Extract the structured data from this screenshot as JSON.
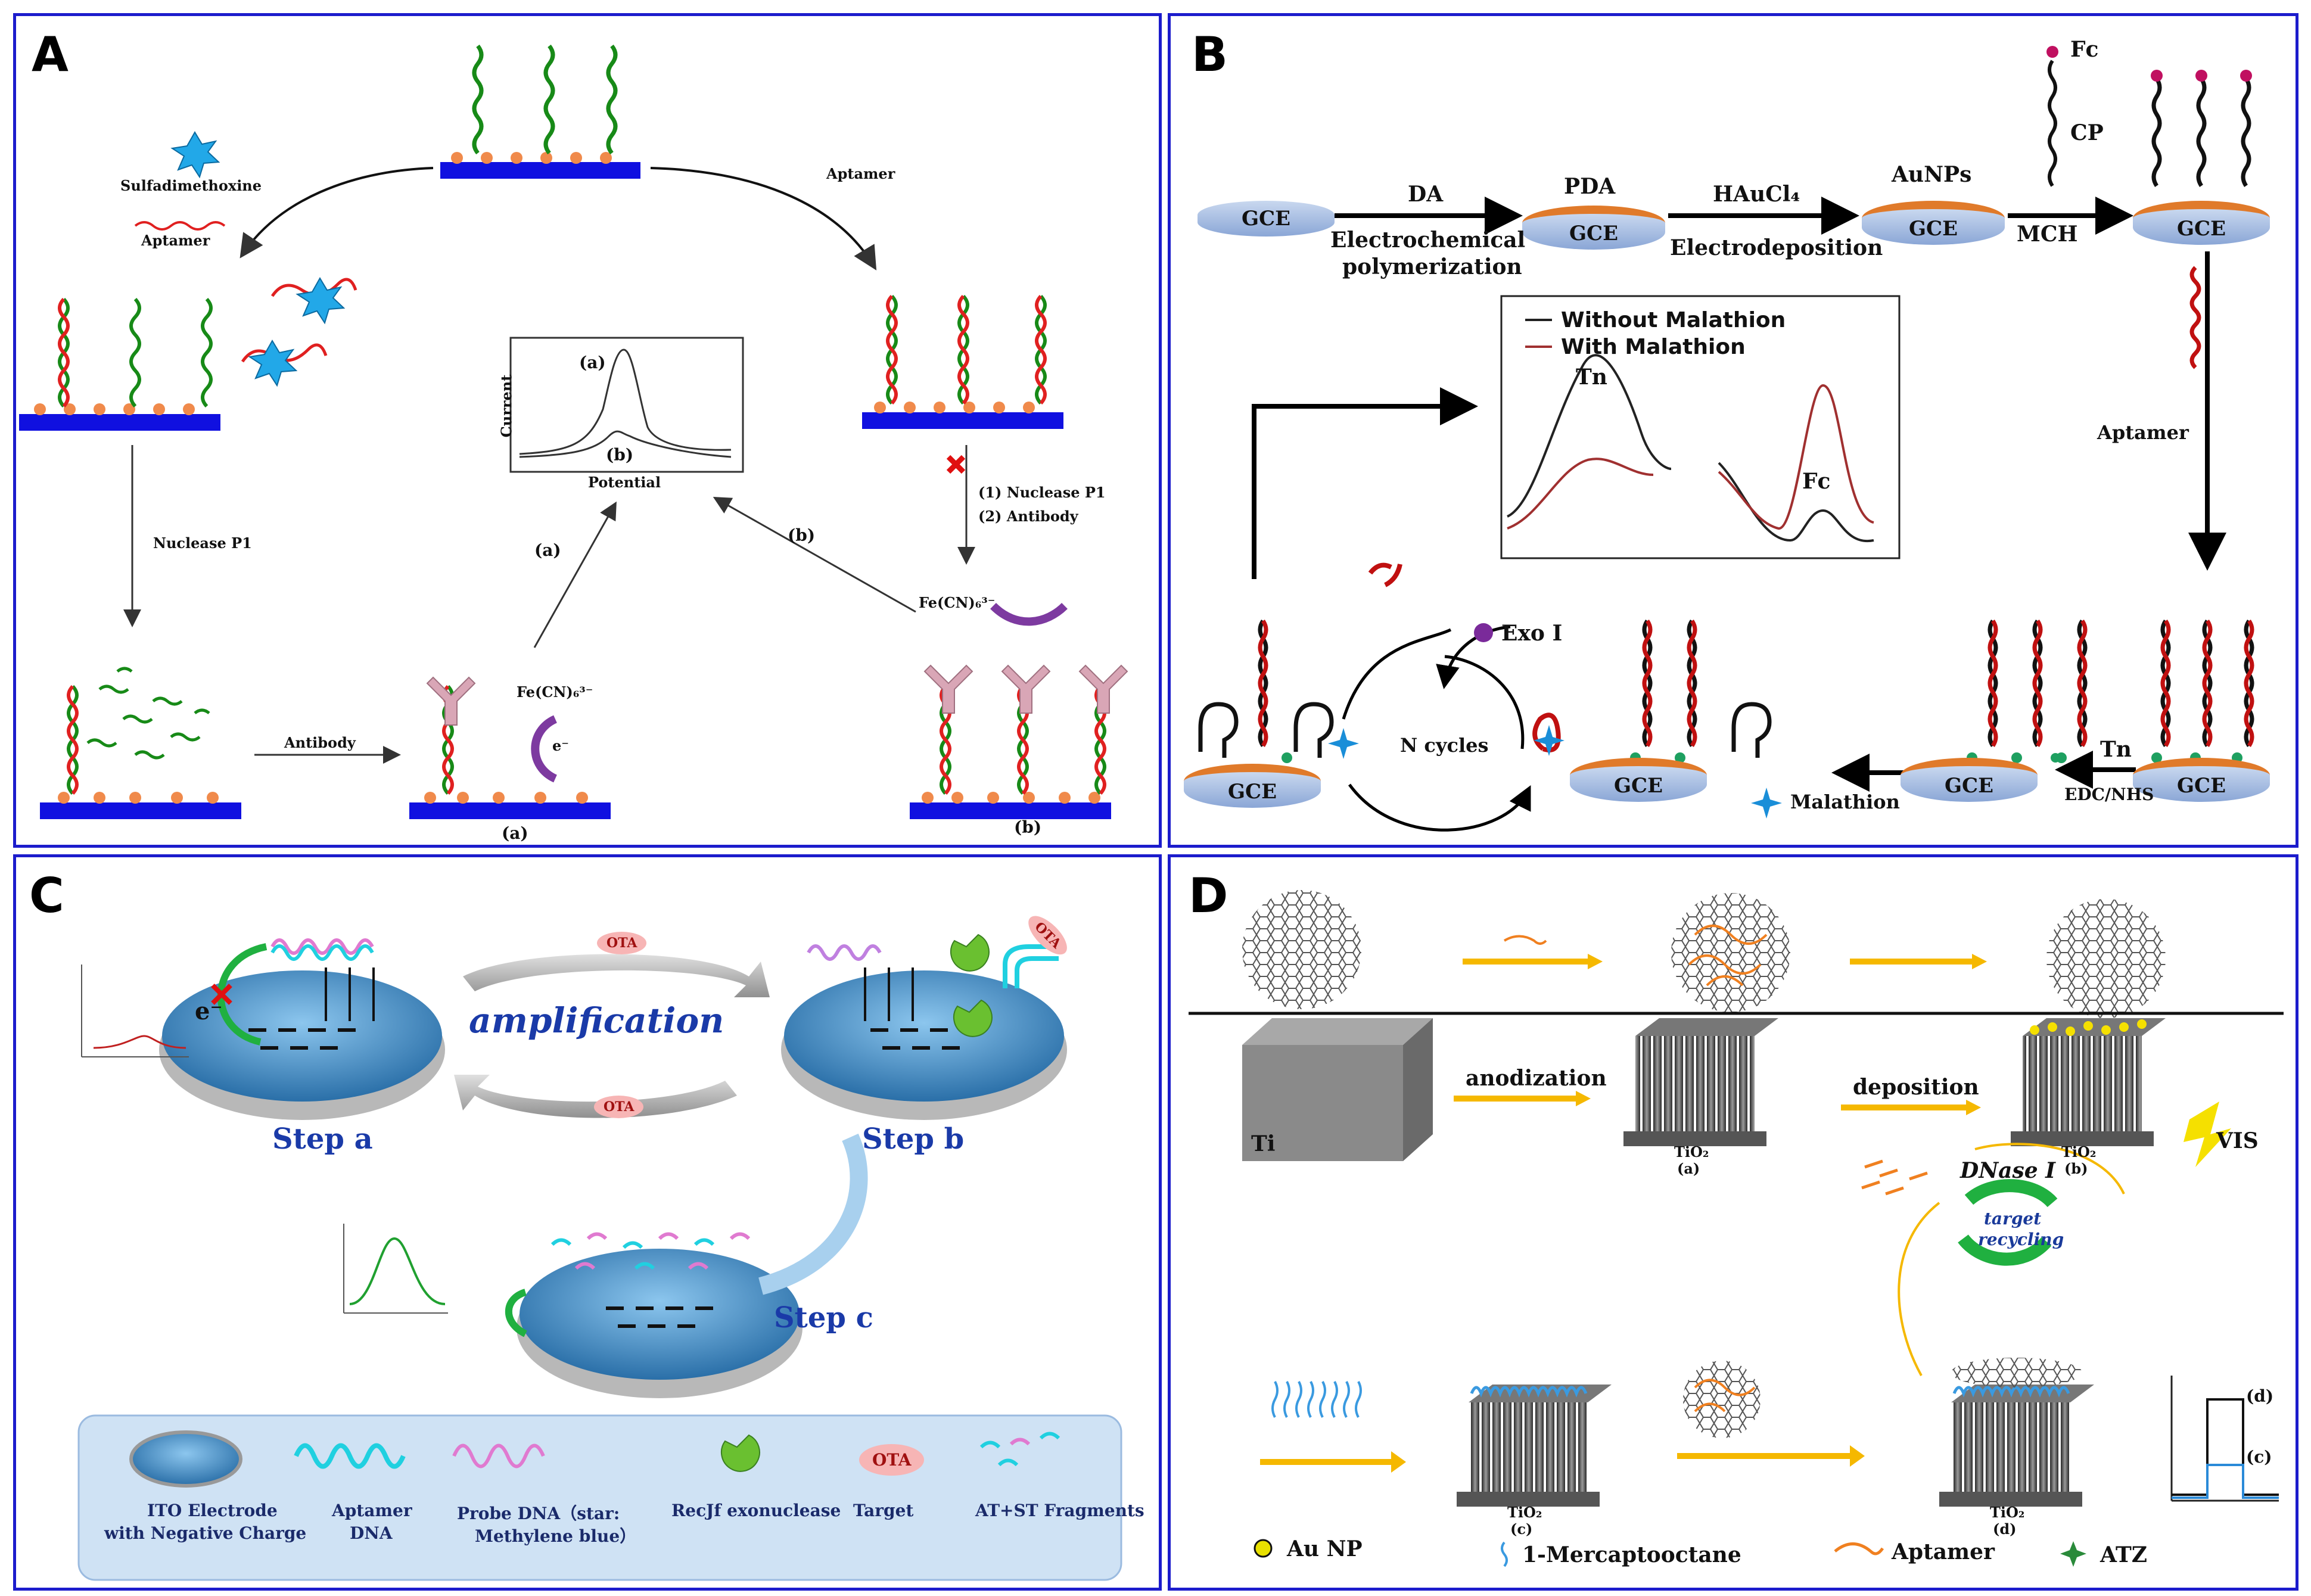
{
  "panels": {
    "a": {
      "letter": "A",
      "labels": {
        "sulfa": "Sulfadimethoxine",
        "aptamer_left": "Aptamer",
        "aptamer_right": "Aptamer",
        "nuclease_left": "Nuclease P1",
        "antibody": "Antibody",
        "step_a": "(a)",
        "step_b": "(b)",
        "sub_a": "(a)",
        "sub_b": "(b)",
        "nuclease_step": "(1) Nuclease P1",
        "antibody_step": "(2) Antibody",
        "fecn_mid": "Fe(CN)₆³⁻",
        "fecn_right": "Fe(CN)₆³⁻",
        "electron": "e⁻",
        "curve_a": "(a)",
        "curve_b": "(b)",
        "current": "Current",
        "potential": "Potential"
      }
    },
    "b": {
      "letter": "B",
      "labels": {
        "gce": "GCE",
        "da": "DA",
        "electrochem": "Electrochemical",
        "polymerization": "polymerization",
        "pda": "PDA",
        "hauCl4": "HAuCl₄",
        "electrodeposition": "Electrodeposition",
        "aunps": "AuNPs",
        "mch": "MCH",
        "fc": "Fc",
        "cp": "CP",
        "aptamer": "Aptamer",
        "tn": "Tn",
        "edc": "EDC/NHS",
        "malathion": "Malathion",
        "ncycles": "N cycles",
        "exo": "Exo I",
        "legend_without": "Without  Malathion",
        "legend_with": "With  Malathion",
        "peak_tn": "Tn",
        "peak_fc": "Fc"
      }
    },
    "c": {
      "letter": "C",
      "labels": {
        "amplification": "amplification",
        "step_a": "Step a",
        "step_b": "Step b",
        "step_c": "Step c",
        "ota_top": "OTA",
        "ota_bottom": "OTA",
        "ota_b": "OTA",
        "electron": "e⁻"
      },
      "legend": [
        {
          "icon": "ito-electrode-icon",
          "line1": "ITO Electrode",
          "line2": "with Negative Charge"
        },
        {
          "icon": "aptamer-dna-icon",
          "line1": "Aptamer",
          "line2": "DNA"
        },
        {
          "icon": "probe-dna-icon",
          "line1": "Probe DNA（star:",
          "line2": "Methylene blue）"
        },
        {
          "icon": "recjf-exonuclease-icon",
          "line1": "RecJf exonuclease",
          "line2": ""
        },
        {
          "icon": "ota-target-icon",
          "line1": "Target",
          "line2": ""
        },
        {
          "icon": "fragments-icon",
          "line1": "AT+ST Fragments",
          "line2": ""
        }
      ],
      "legend_ota": "OTA"
    },
    "d": {
      "letter": "D",
      "labels": {
        "ti": "Ti",
        "anodization": "anodization",
        "deposition": "deposition",
        "tio2_a": "TiO₂",
        "tio2_b": "TiO₂",
        "tio2_c": "TiO₂",
        "tio2_d": "TiO₂",
        "sub_a": "(a)",
        "sub_b": "(b)",
        "sub_c": "(c)",
        "sub_d": "(d)",
        "dnase": "DNase I",
        "target": "target",
        "recycling": "recycling",
        "vis": "VIS",
        "plot_d": "(d)",
        "plot_c": "(c)"
      },
      "legend": {
        "au": "Au NP",
        "merc": "1-Mercaptooctane",
        "aptamer": "Aptamer",
        "atz": "ATZ"
      }
    }
  }
}
